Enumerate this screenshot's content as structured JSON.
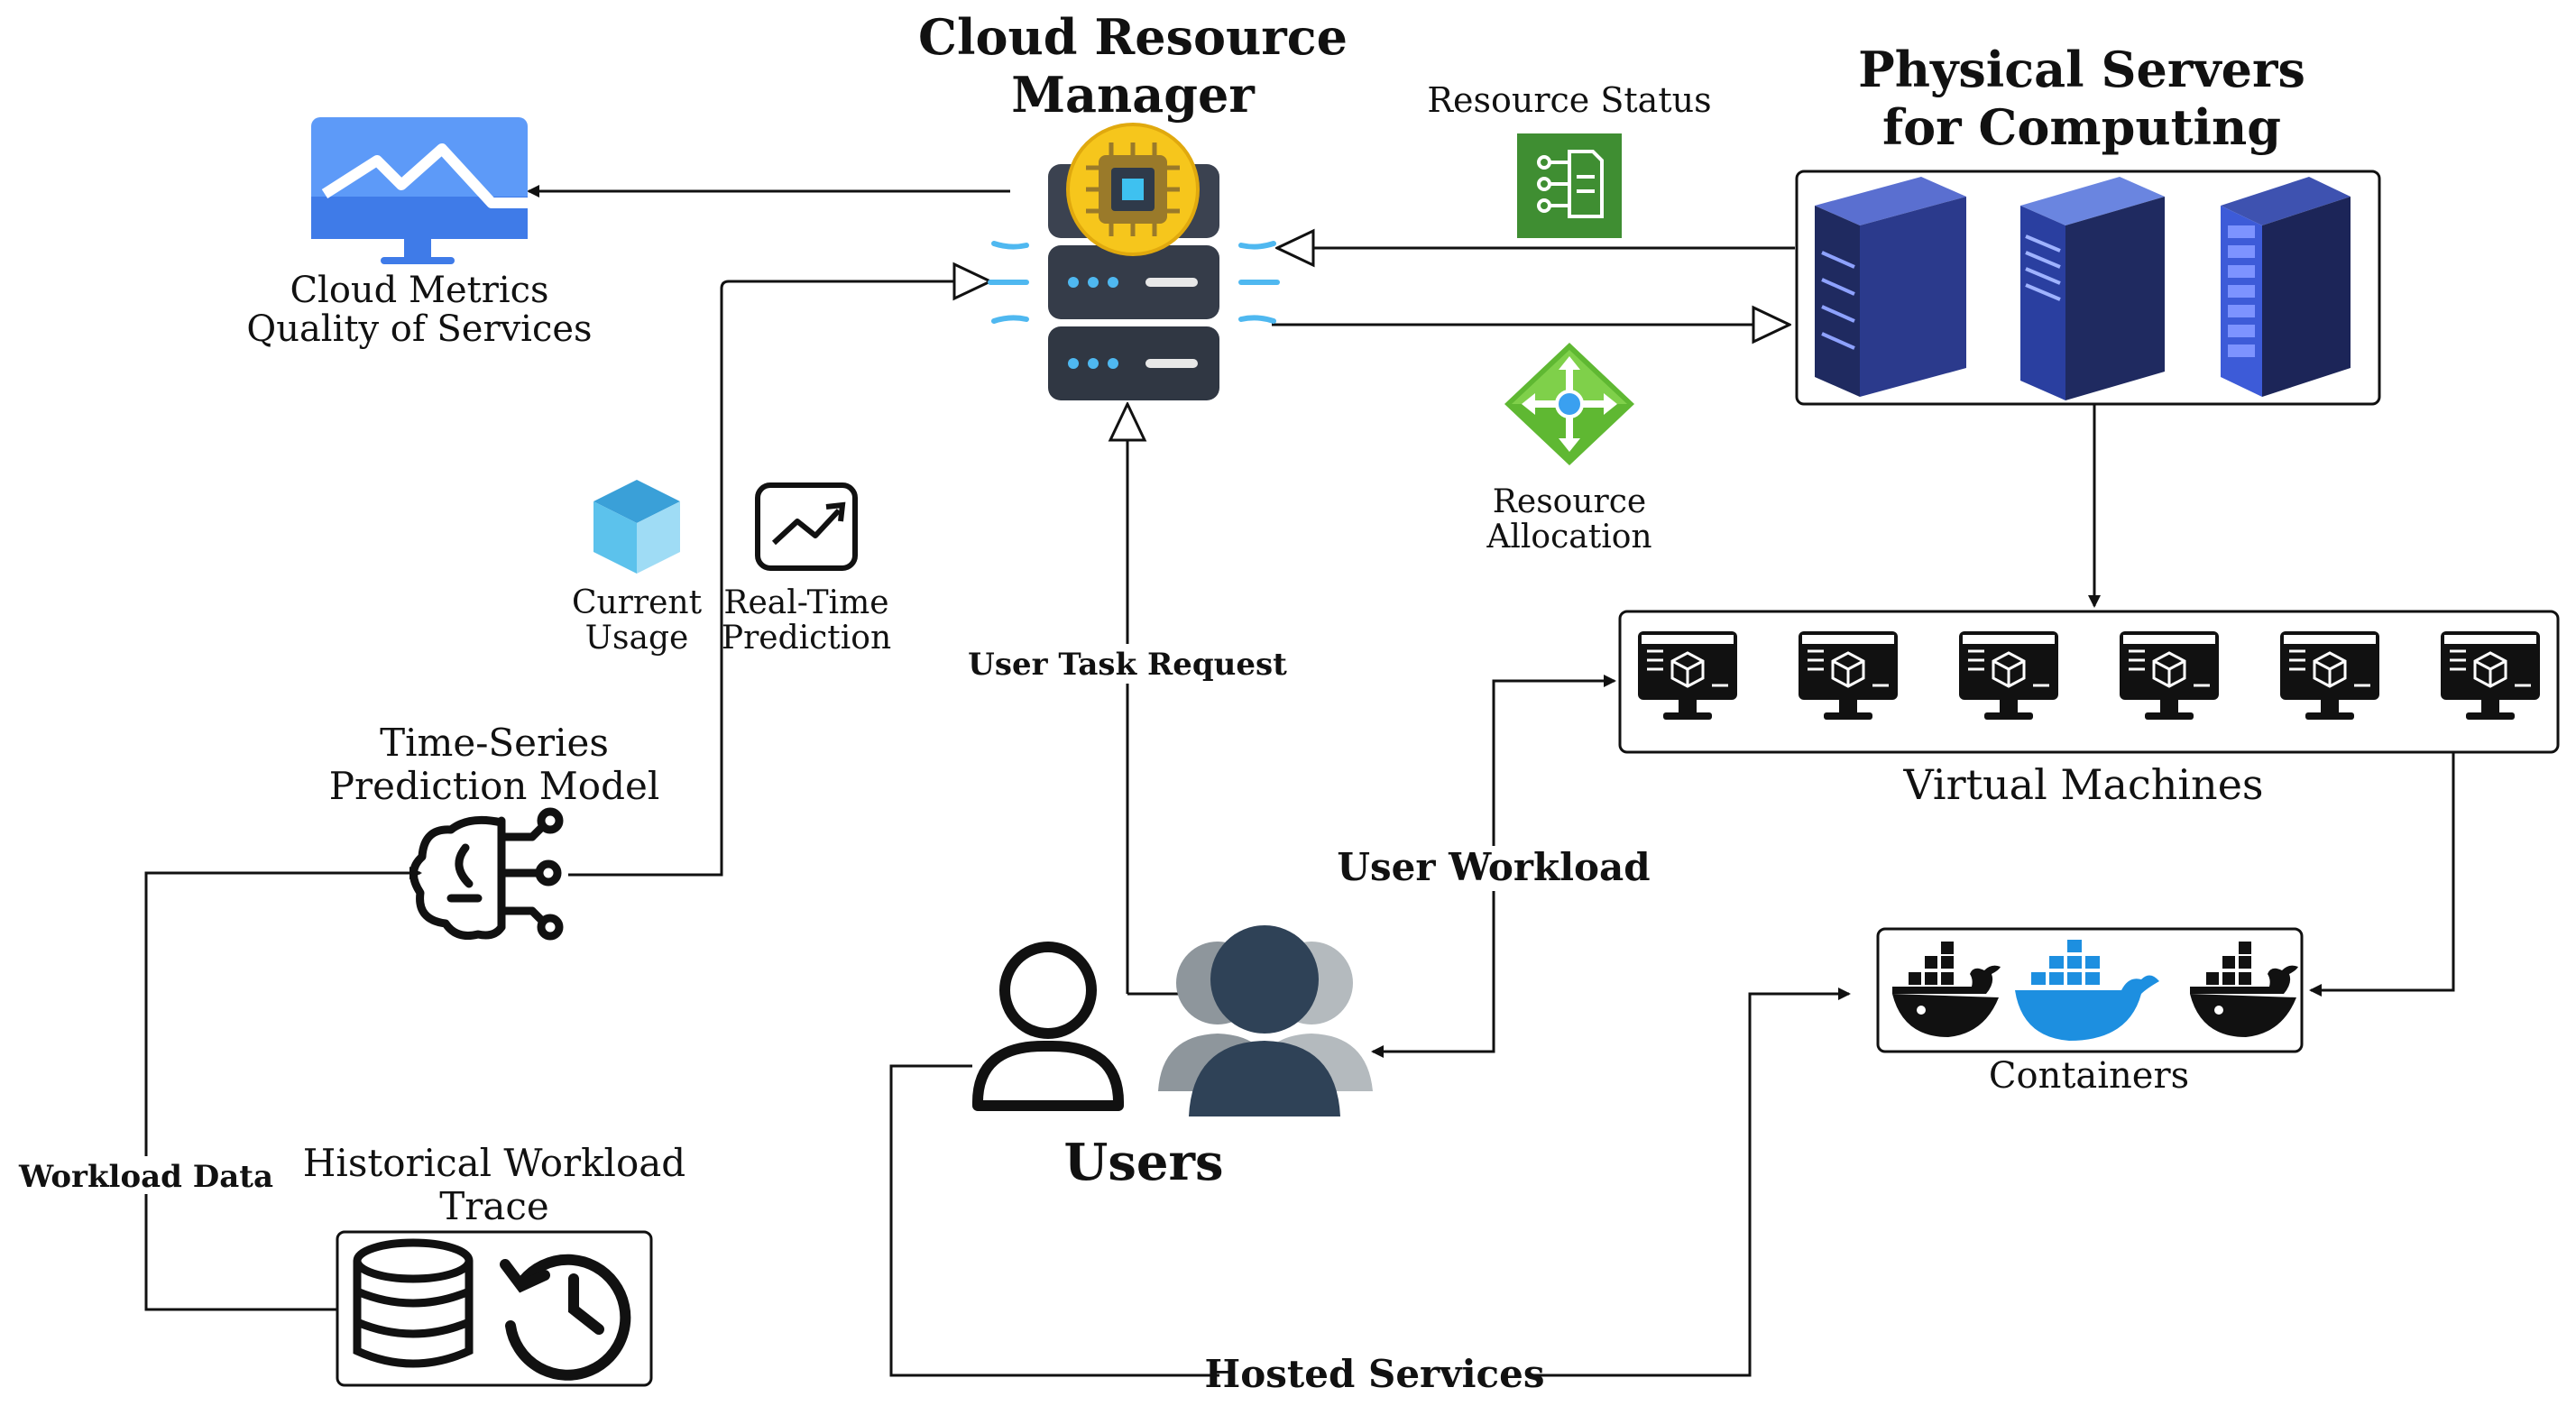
{
  "nodes": {
    "cloud_manager": {
      "title_line1": "Cloud Resource",
      "title_line2": "Manager"
    },
    "physical_servers": {
      "title_line1": "Physical Servers",
      "title_line2": "for Computing"
    },
    "cloud_metrics": {
      "line1": "Cloud Metrics",
      "line2": "Quality of Services"
    },
    "resource_status": {
      "label": "Resource Status"
    },
    "resource_allocation": {
      "line1": "Resource",
      "line2": "Allocation"
    },
    "current_usage": {
      "line1": "Current",
      "line2": "Usage"
    },
    "realtime_prediction": {
      "line1": "Real-Time",
      "line2": "Prediction"
    },
    "ts_model": {
      "line1": "Time-Series",
      "line2": "Prediction Model"
    },
    "virtual_machines": {
      "label": "Virtual Machines",
      "count": 6
    },
    "containers": {
      "label": "Containers"
    },
    "users": {
      "label": "Users"
    },
    "historical_trace": {
      "line1": "Historical Workload",
      "line2": "Trace"
    }
  },
  "edges": {
    "user_task_request": "User Task Request",
    "user_workload": "User Workload",
    "workload_data": "Workload Data",
    "hosted_services": "Hosted Services"
  },
  "colors": {
    "line": "#111111",
    "monitor_blue": "#4f8ef7",
    "server_navy": "#23306a",
    "server_blue": "#3d5bd8",
    "status_green": "#3f8e32",
    "alloc_green": "#6cc23a",
    "cube_blue": "#3aa0d8",
    "docker_blue": "#1d8fe0",
    "user_dark": "#2f4257",
    "chip_yellow": "#f5c51a"
  }
}
